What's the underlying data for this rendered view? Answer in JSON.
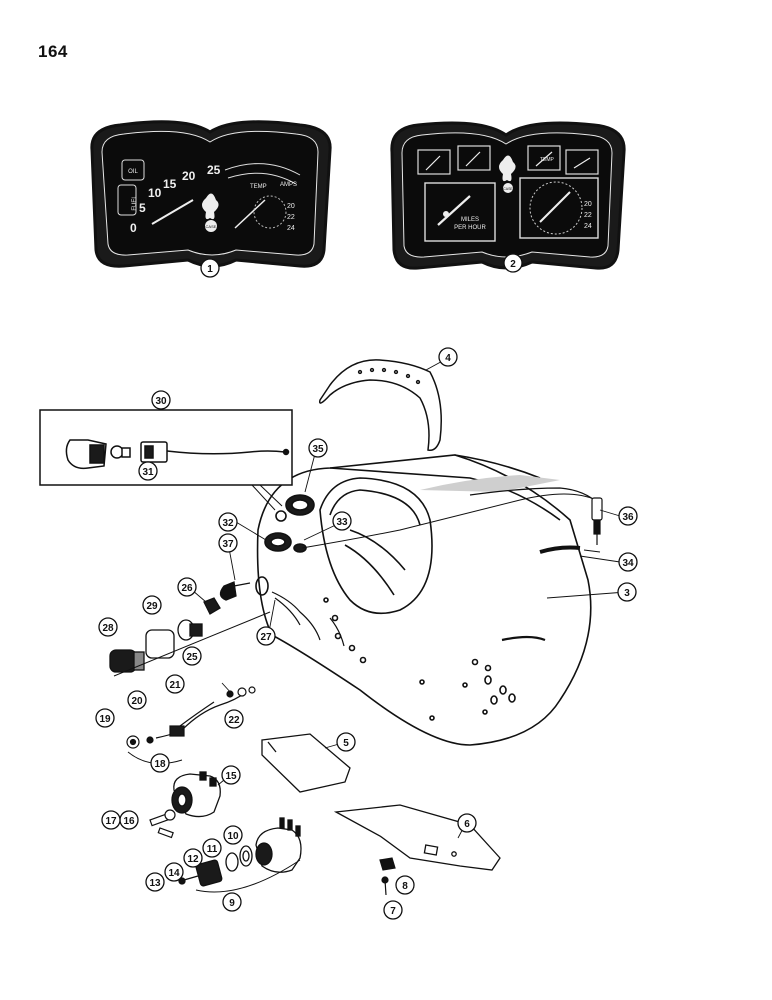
{
  "page": {
    "number": "164"
  },
  "gauge_cluster_1": {
    "fuel_label": "FUEL",
    "oil_label": "OIL",
    "speed_scale": [
      "0",
      "5",
      "10",
      "15",
      "20",
      "25"
    ],
    "temp_label": "TEMP",
    "amps_label": "AMPS",
    "brand": "CASE",
    "hour_marks": [
      "20",
      "22",
      "24"
    ]
  },
  "gauge_cluster_2": {
    "speedometer_label_line1": "MILES",
    "speedometer_label_line2": "PER HOUR",
    "temp_label": "TEMP",
    "brand": "CASE",
    "hour_marks": [
      "20",
      "22",
      "24"
    ]
  },
  "callouts": [
    "1",
    "2",
    "3",
    "4",
    "5",
    "6",
    "7",
    "8",
    "9",
    "10",
    "11",
    "12",
    "13",
    "14",
    "15",
    "16",
    "17",
    "18",
    "19",
    "20",
    "21",
    "22",
    "25",
    "26",
    "27",
    "28",
    "29",
    "30",
    "31",
    "32",
    "33",
    "34",
    "35",
    "36",
    "37"
  ],
  "colors": {
    "ink": "#111111",
    "paper": "#ffffff",
    "gauge_face": "#1a1a1a"
  }
}
